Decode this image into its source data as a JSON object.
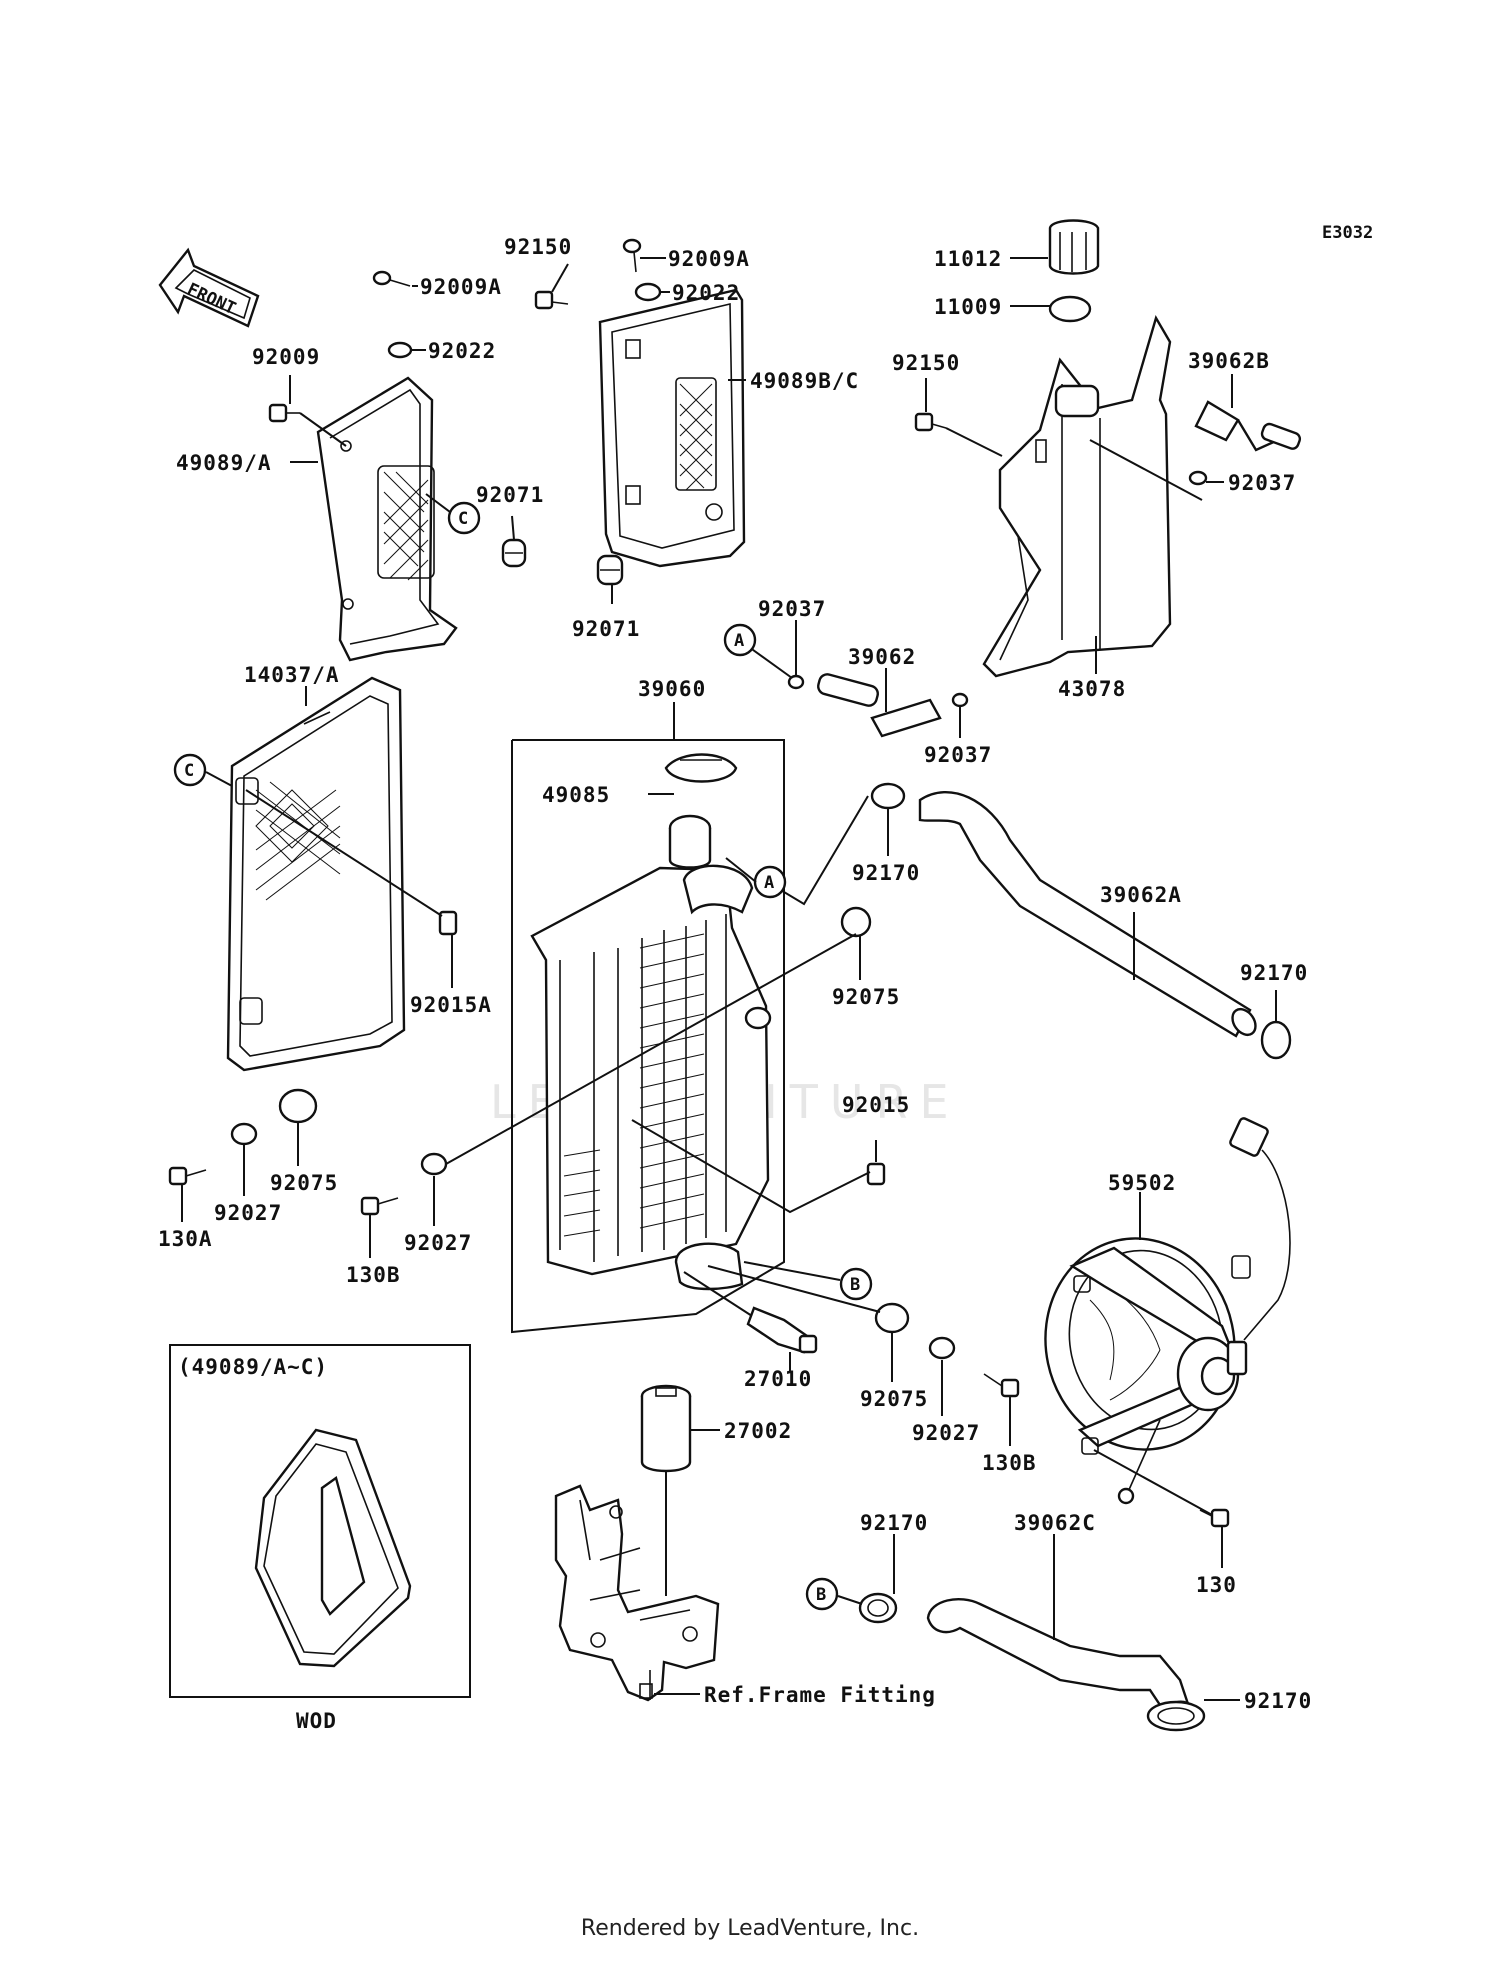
{
  "diagram": {
    "code": "E3032",
    "watermark": "LEADVENTURE",
    "front_label": "FRONT",
    "parts": {
      "p92150_top": "92150",
      "p92009A_mid": "92009A",
      "p92022_mid": "92022",
      "p92009A_left": "92009A",
      "p92022_left": "92022",
      "p92009": "92009",
      "p49089A": "49089/A",
      "p49089BC": "49089B/C",
      "p92071_left": "92071",
      "p92071_mid": "92071",
      "p11012": "11012",
      "p11009": "11009",
      "p92150_right": "92150",
      "p39062B": "39062B",
      "p92037_right": "92037",
      "p43078": "43078",
      "p92037_mid": "92037",
      "p39062": "39062",
      "p92037_low": "92037",
      "p14037A": "14037/A",
      "p39060": "39060",
      "p49085": "49085",
      "p92170_top": "92170",
      "p39062A": "39062A",
      "p92170_right": "92170",
      "p92075_right": "92075",
      "p92015A": "92015A",
      "p92015": "92015",
      "p92075_left": "92075",
      "p92027_left": "92027",
      "p130A": "130A",
      "p92027_mid": "92027",
      "p130B_left": "130B",
      "p59502": "59502",
      "p27010": "27010",
      "p92075_low": "92075",
      "p92027_low": "92027",
      "p130B_right": "130B",
      "p27002": "27002",
      "p130": "130",
      "p92170_low": "92170",
      "p39062C": "39062C",
      "p92170_bottom": "92170",
      "ref_frame": "Ref.Frame Fitting"
    },
    "callouts": {
      "a1": "A",
      "a2": "A",
      "b1": "B",
      "b2": "B",
      "c1": "C",
      "c2": "C"
    },
    "inset": {
      "title": "(49089/A~C)",
      "caption": "WOD"
    }
  },
  "footer": "Rendered by LeadVenture, Inc."
}
